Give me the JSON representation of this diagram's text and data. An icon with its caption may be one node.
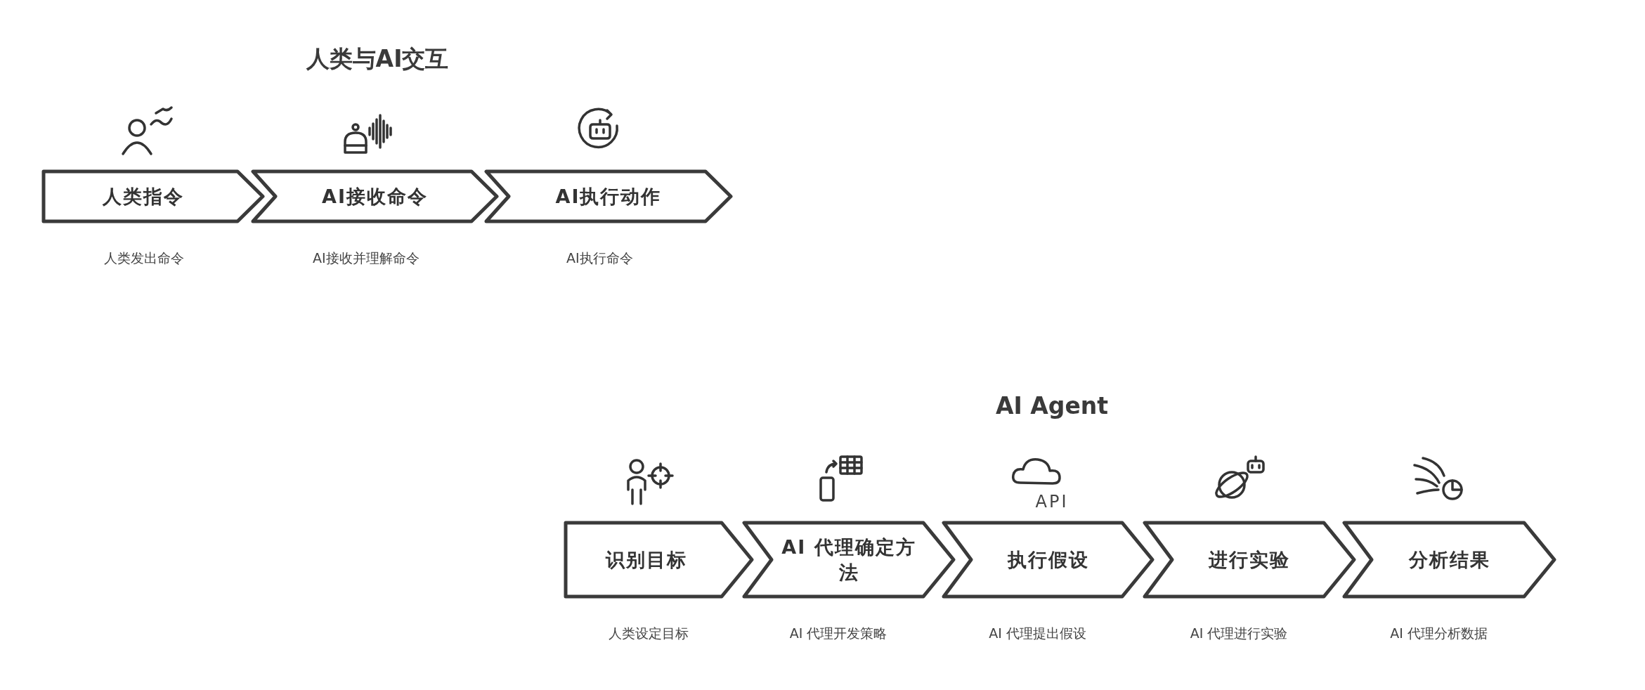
{
  "diagram": {
    "nodes": [
      {
        "text": [
          "人类指令"
        ],
        "beside": [
          "人类发出命令"
        ]
      },
      {
        "text": [
          "AI接收命令"
        ],
        "beside": [
          "AI接收并理解命令"
        ]
      },
      {
        "text": [
          "AI执行动作"
        ],
        "beside": [
          "AI执行命令"
        ]
      },
      {
        "text": [
          "识别目标"
        ],
        "beside": [
          "人类设定目标"
        ]
      },
      {
        "text": [
          "AI 代理确定方法"
        ],
        "beside": [
          "AI 代理开发策略"
        ]
      },
      {
        "text": [
          "执行假设"
        ],
        "beside": [
          "AI 代理提出假设"
        ]
      },
      {
        "text": [
          "进行实验"
        ],
        "beside": [
          "AI 代理进行实验"
        ]
      },
      {
        "text": [
          "分析结果"
        ],
        "beside": [
          "AI 代理分析数据"
        ]
      }
    ],
    "labels": [
      "人类与AI交互",
      "AI Agent",
      "API"
    ]
  }
}
